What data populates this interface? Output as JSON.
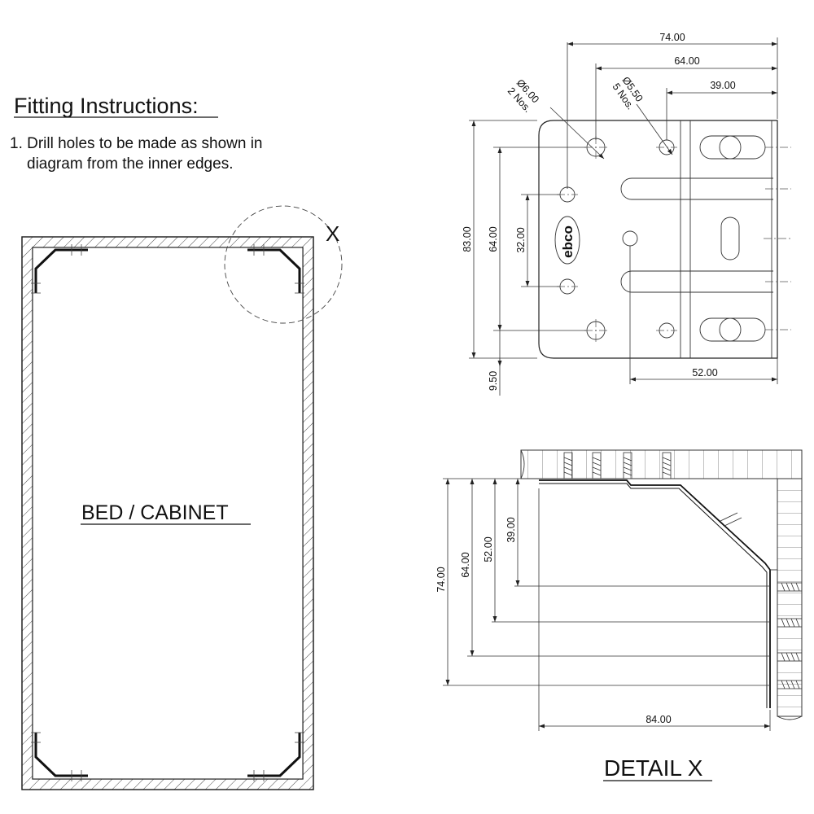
{
  "title": "Fitting Instructions:",
  "steps": [
    {
      "line1": "1. Drill holes to be made as shown in",
      "line2": "diagram from the inner edges."
    }
  ],
  "cabinet_label": "BED / CABINET",
  "detail_marker": "X",
  "detail_title": "DETAIL X",
  "hole_callouts": {
    "large": {
      "diameter": "Ø6.00",
      "qty": "2 Nos."
    },
    "small": {
      "diameter": "Ø5.50",
      "qty": "5 Nos."
    }
  },
  "logo_text": "ebco",
  "top_view_dims": {
    "overall_width": "74.00",
    "width_64": "64.00",
    "width_39": "39.00",
    "height_83": "83.00",
    "height_64": "64.00",
    "height_32": "32.00",
    "offset_950": "9.50",
    "width_52": "52.00"
  },
  "side_view_dims": {
    "h74": "74.00",
    "h64": "64.00",
    "h52": "52.00",
    "h39": "39.00",
    "width_84": "84.00"
  }
}
